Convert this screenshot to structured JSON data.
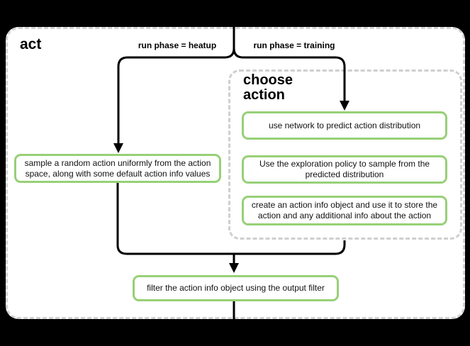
{
  "act": {
    "title": "act",
    "branches": {
      "heatup_label": "run phase = heatup",
      "training_label": "run phase = training"
    },
    "nodes": {
      "sample_random_action": "sample a random action uniformly from the action space, along with some default action info values",
      "filter_output": "filter the action info object using the output filter"
    },
    "choose_action": {
      "title": "choose action",
      "nodes": {
        "predict_distribution": "use network to predict action distribution",
        "exploration_policy": "Use the exploration policy to sample from the predicted distribution",
        "action_info_object": "create an action info object and use it to store the action and any additional info about the action"
      }
    },
    "colors": {
      "background": "#000000",
      "container_fill": "#ffffff",
      "container_border": "#d2d2d2",
      "node_border": "#97d077",
      "connector": "#000000",
      "text": "#111111"
    }
  }
}
